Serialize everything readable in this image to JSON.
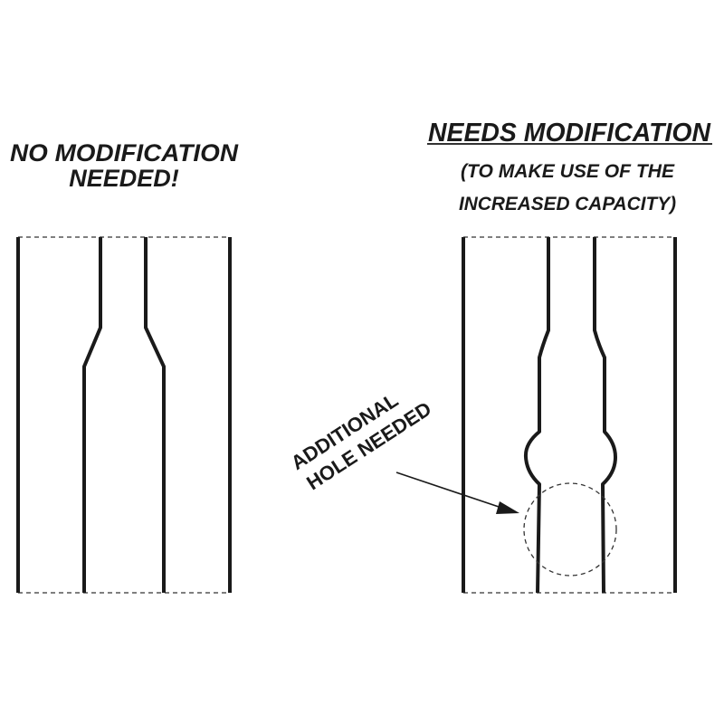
{
  "left_panel": {
    "title_line1": "NO MODIFICATION",
    "title_line2": "NEEDED!"
  },
  "right_panel": {
    "title": "NEEDS MODIFICATION",
    "subtitle_line1": "(TO MAKE USE OF THE",
    "subtitle_line2": "INCREASED CAPACITY)",
    "annotation_line1": "ADDITIONAL",
    "annotation_line2": "HOLE NEEDED"
  },
  "colors": {
    "ink": "#1a1a1a",
    "background": "#ffffff"
  }
}
